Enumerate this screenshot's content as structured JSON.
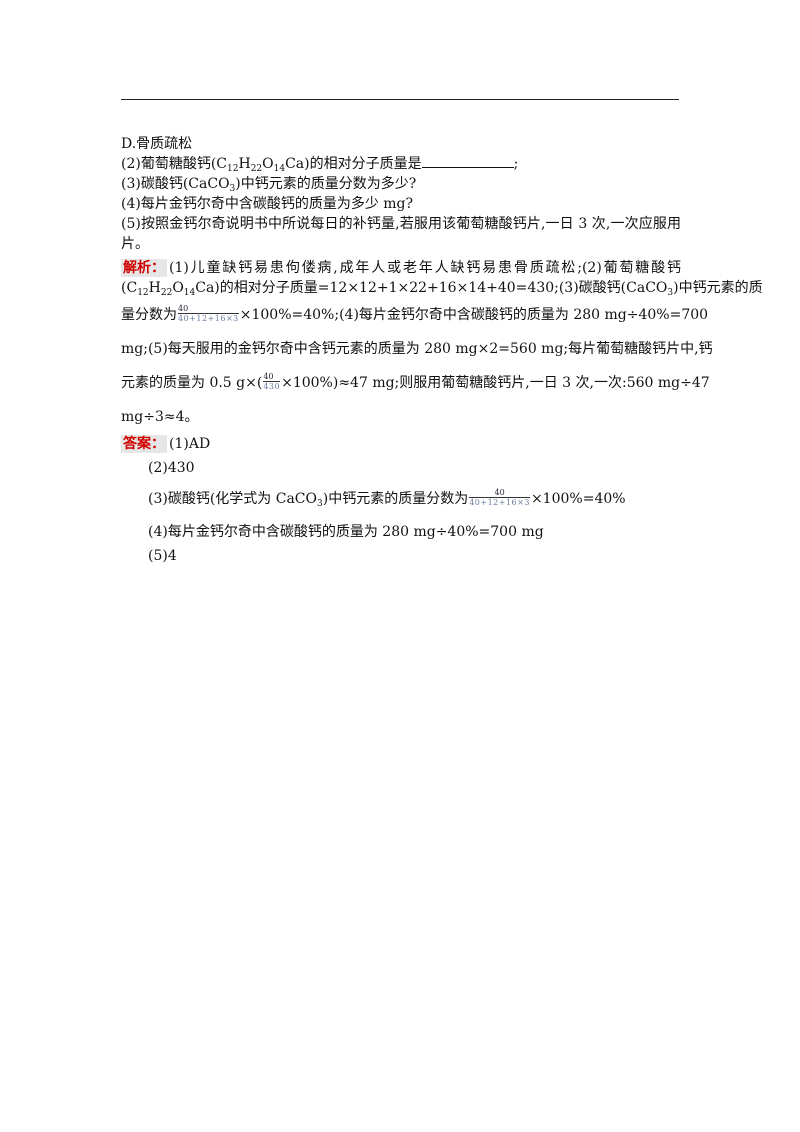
{
  "question": {
    "option_d": "D.骨质疏松",
    "q2_prefix": "(2)葡萄糖酸钙(C",
    "q2_sub1": "12",
    "q2_mid1": "H",
    "q2_sub2": "22",
    "q2_mid2": "O",
    "q2_sub3": "14",
    "q2_suffix": "Ca)的相对分子质量是",
    "q2_end": ";",
    "q3_prefix": "(3)碳酸钙(CaCO",
    "q3_sub": "3",
    "q3_suffix": ")中钙元素的质量分数为多少?",
    "q4": "(4)每片金钙尔奇中含碳酸钙的质量为多少 mg?",
    "q5_line1": "(5)按照金钙尔奇说明书中所说每日的补钙量,若服用该葡萄糖酸钙片,一日 3 次,一次应服用",
    "q5_line2": "片。"
  },
  "analysis": {
    "label": "解析：",
    "l1": "(1)儿童缺钙易患佝偻病,成年人或老年人缺钙易患骨质疏松;(2)葡萄糖酸钙",
    "l2_a": "(C",
    "l2_s1": "12",
    "l2_b": "H",
    "l2_s2": "22",
    "l2_c": "O",
    "l2_s3": "14",
    "l2_d": "Ca)的相对分子质量=12×12+1×22+16×14+40=430;(3)碳酸钙(CaCO",
    "l2_s4": "3",
    "l2_e": ")中钙元素的质",
    "l3_a": "量分数为",
    "frac_num": "40",
    "frac_den": "40+12+16×3",
    "l3_b": "×100%=40%;(4)每片金钙尔奇中含碳酸钙的质量为 280 mg÷40%=700",
    "l4": "mg;(5)每天服用的金钙尔奇中含钙元素的质量为 280 mg×2=560 mg;每片葡萄糖酸钙片中,钙",
    "l5_a": "元素的质量为 0.5 g×(",
    "frac2_num": "40",
    "frac2_den": "430",
    "l5_b": "×100%)≈47 mg;则服用葡萄糖酸钙片,一日 3 次,一次:560 mg÷47",
    "l6": "mg÷3≈4。"
  },
  "answer": {
    "label": "答案：",
    "a1": "(1)AD",
    "a2": "(2)430",
    "a3_a": "(3)碳酸钙(化学式为 CaCO",
    "a3_sub": "3",
    "a3_b": ")中钙元素的质量分数为",
    "a3_num": "40",
    "a3_den": "40+12+16×3",
    "a3_c": "×100%=40%",
    "a4": "(4)每片金钙尔奇中含碳酸钙的质量为 280 mg÷40%=700 mg",
    "a5": "(5)4"
  },
  "colors": {
    "label_red": "#d10000",
    "label_bg": "#e6e6e6"
  }
}
